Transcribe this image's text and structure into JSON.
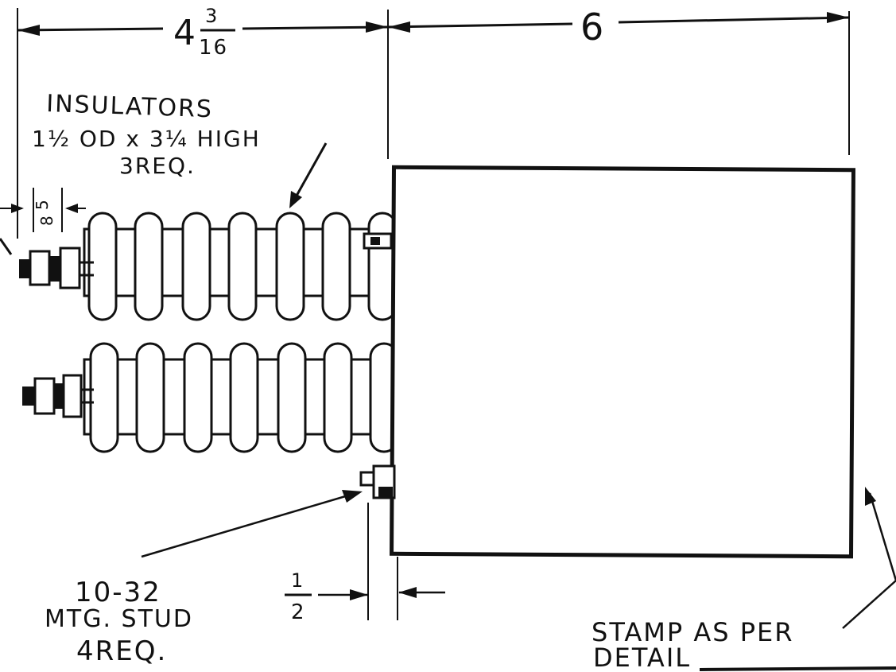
{
  "dimensions": {
    "width_whole": "4",
    "width_num": "3",
    "width_den": "16",
    "box_width": "6",
    "shed_num": "5",
    "shed_den": "8",
    "gap_num": "1",
    "gap_den": "2"
  },
  "notes": {
    "insulators_title": "INSULATORS",
    "insulators_spec": "1½ OD x 3¼ HIGH",
    "insulators_qty": "3REQ.",
    "stud_size": "10-32",
    "stud_name": "MTG. STUD",
    "stud_qty": "4REQ.",
    "stamp_line1": "STAMP AS PER",
    "stamp_line2": "DETAIL"
  },
  "colors": {
    "ink": "#111111",
    "paper": "#ffffff"
  }
}
